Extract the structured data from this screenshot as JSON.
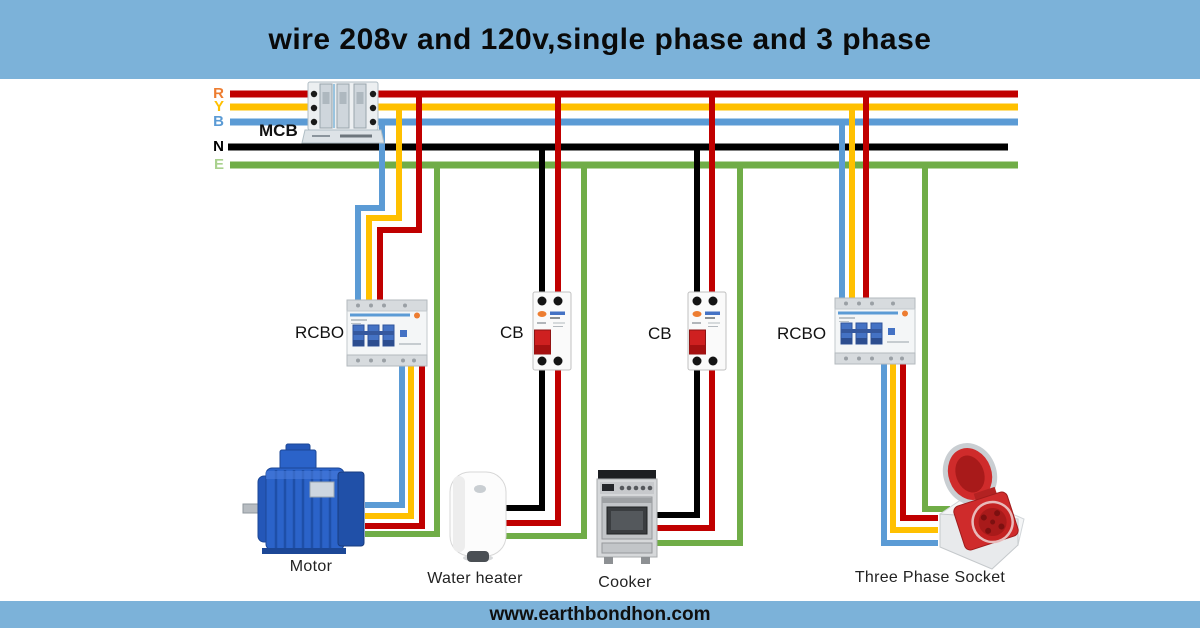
{
  "title": "wire 208v and 120v,single phase and 3 phase",
  "header": {
    "bg": "#7CB2D9"
  },
  "footer": {
    "bg": "#7CB2D9",
    "url": "www.earthbondhon.com"
  },
  "colors": {
    "red": "#C00000",
    "yellow": "#FFC000",
    "blue": "#5B9BD5",
    "black": "#000000",
    "green": "#70AD47",
    "label_r": "#ED7D31",
    "label_y": "#FFC000",
    "label_b": "#5B9BD5",
    "label_n": "#000000",
    "label_e": "#A9D18E",
    "motor_body": "#2B63C9",
    "socket_red": "#CF2B2B"
  },
  "bus": {
    "r": {
      "label": "R"
    },
    "y": {
      "label": "Y"
    },
    "b": {
      "label": "B"
    },
    "n": {
      "label": "N"
    },
    "e": {
      "label": "E"
    }
  },
  "breakers": {
    "mcb": {
      "label": "MCB"
    },
    "rcbo1": {
      "label": "RCBO"
    },
    "cb1": {
      "label": "CB"
    },
    "cb2": {
      "label": "CB"
    },
    "rcbo2": {
      "label": "RCBO"
    }
  },
  "loads": {
    "motor": {
      "label": "Motor"
    },
    "water_heater": {
      "label": "Water heater"
    },
    "cooker": {
      "label": "Cooker"
    },
    "socket": {
      "label": "Three Phase Socket"
    }
  }
}
